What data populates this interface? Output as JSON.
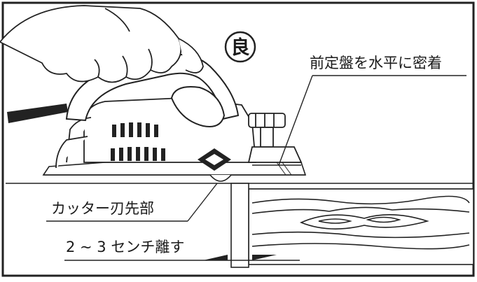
{
  "badge": {
    "text": "良"
  },
  "callouts": {
    "base_plate": "前定盤を水平に密着",
    "blade_tip": "カッター刃先部",
    "distance": "2 ~ 3 センチ離す"
  }
}
